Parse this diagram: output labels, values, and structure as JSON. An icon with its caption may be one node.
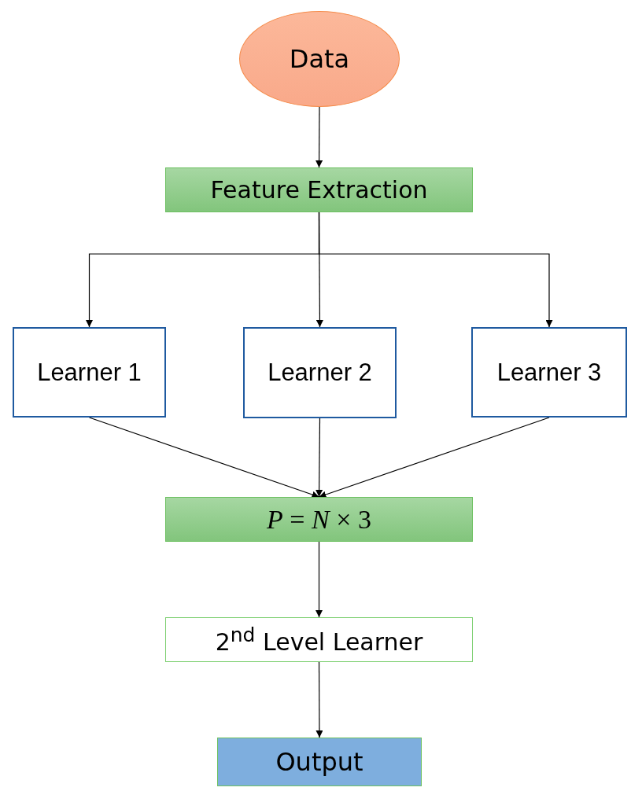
{
  "diagram": {
    "nodes": [
      {
        "text": [
          "Data"
        ]
      },
      {
        "text": [
          "Feature Extraction"
        ]
      },
      {
        "text": [
          "Learner 1"
        ]
      },
      {
        "text": [
          "Learner 2"
        ]
      },
      {
        "text": [
          "Learner 3"
        ]
      },
      {
        "text": [
          "*P* = *N* × 3"
        ]
      },
      {
        "text": [
          "2$^{nd}$ Level Learner"
        ]
      },
      {
        "text": [
          "Output"
        ]
      }
    ],
    "edges": [
      {
        "from": 0,
        "to": 1,
        "arrow": "to"
      },
      {
        "from": 1,
        "to": 2,
        "arrow": "to"
      },
      {
        "from": 1,
        "to": 3,
        "arrow": "to"
      },
      {
        "from": 1,
        "to": 4,
        "arrow": "to"
      },
      {
        "from": 2,
        "to": 5,
        "arrow": "to"
      },
      {
        "from": 3,
        "to": 5,
        "arrow": "to"
      },
      {
        "from": 4,
        "to": 5,
        "arrow": "to"
      },
      {
        "from": 5,
        "to": 6,
        "arrow": "to"
      },
      {
        "from": 6,
        "to": 7,
        "arrow": "to"
      }
    ]
  }
}
